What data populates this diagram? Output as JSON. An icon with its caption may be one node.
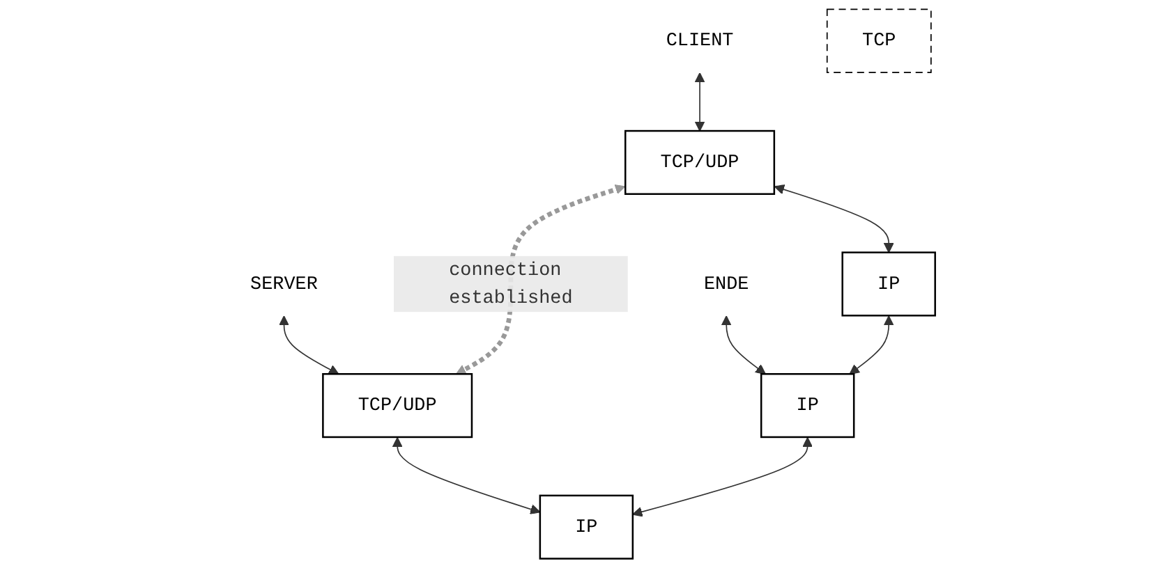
{
  "diagram": {
    "nodes": [
      {
        "text": [
          "CLIENT"
        ]
      },
      {
        "text": [
          "ENDE"
        ]
      },
      {
        "text": [
          "SERVER"
        ]
      },
      {
        "text": [
          "TCP/UDP"
        ]
      },
      {
        "text": [
          "TCP"
        ]
      },
      {
        "text": [
          "TCP/UDP"
        ]
      },
      {
        "text": [
          "IP"
        ]
      },
      {
        "text": [
          "IP"
        ]
      },
      {
        "text": [
          "IP"
        ]
      }
    ],
    "edges": [
      {
        "from": 0,
        "to": 3,
        "arrow": "both"
      },
      {
        "from": 1,
        "to": 7,
        "arrow": "both"
      },
      {
        "from": 2,
        "to": 5,
        "arrow": "both"
      },
      {
        "from": 3,
        "to": 5,
        "arrow": "both",
        "label": "connection established",
        "style": "dashed",
        "color": "#999999"
      },
      {
        "from": 3,
        "to": 6,
        "arrow": "both"
      },
      {
        "from": 5,
        "to": 8,
        "arrow": "both"
      },
      {
        "from": 6,
        "to": 7,
        "arrow": "both"
      },
      {
        "from": 7,
        "to": 8,
        "arrow": "both"
      }
    ]
  }
}
